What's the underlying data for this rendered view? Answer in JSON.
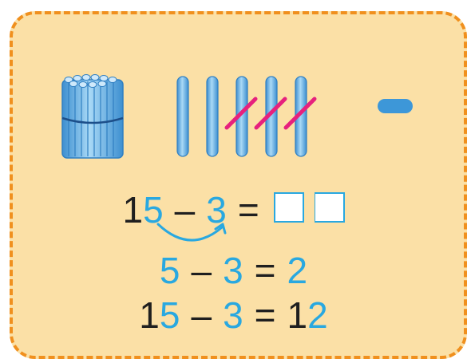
{
  "title": "",
  "icons": {
    "bundle": "bundle-of-ten-sticks-icon",
    "singles": "single-sticks-icon",
    "cross": "cross-out-mark-icon",
    "minus": "minus-sign-icon",
    "arc": "curved-arrow-icon"
  },
  "colors": {
    "card_bg": "#fbe0a6",
    "card_border": "#f0901e",
    "cyan": "#29a8e0",
    "stick": "#6fb6e8",
    "cross": "#e6217d",
    "text": "#1f1f1f"
  },
  "problem": {
    "tens": "1",
    "ones": "5",
    "minus": "–",
    "sub": "3",
    "equals": "=",
    "answer_boxes": [
      "",
      ""
    ]
  },
  "step1": {
    "a": "5",
    "minus": "–",
    "b": "3",
    "equals": "=",
    "result": "2"
  },
  "step2": {
    "tens": "1",
    "ones": "5",
    "minus": "–",
    "b": "3",
    "equals": "=",
    "result_tens": "1",
    "result_ones": "2"
  },
  "sticks": {
    "bundles": 1,
    "singles": 5,
    "crossed_out": 3
  }
}
